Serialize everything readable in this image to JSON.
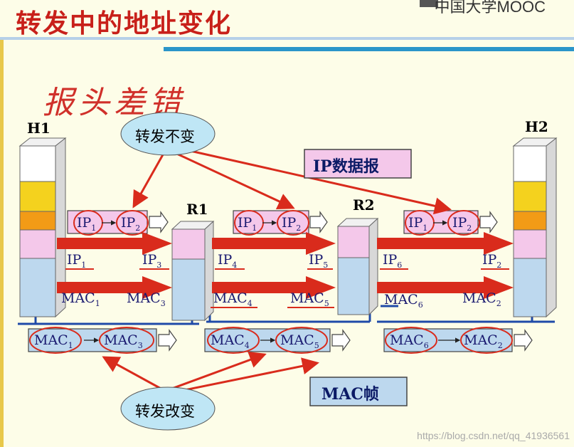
{
  "title": "转发中的地址变化",
  "brand": "中国大学MOOC",
  "handwriting": "报头差错",
  "hosts": {
    "h1": "H1",
    "h2": "H2"
  },
  "routers": {
    "r1": "R1",
    "r2": "R2"
  },
  "callouts": {
    "unchanged": "转发不变",
    "changed": "转发改变",
    "ip_datagram": "IP数据报",
    "mac_frame": "MAC帧"
  },
  "labels": {
    "ip1": "IP",
    "ip1_sub": "1",
    "ip2": "IP",
    "ip2_sub": "2",
    "ip3": "IP",
    "ip3_sub": "3",
    "ip4": "IP",
    "ip4_sub": "4",
    "ip5": "IP",
    "ip5_sub": "5",
    "ip6": "IP",
    "ip6_sub": "6",
    "mac": "MAC",
    "mac1_sub": "1",
    "mac2_sub": "2",
    "mac3_sub": "3",
    "mac4_sub": "4",
    "mac5_sub": "5",
    "mac6_sub": "6"
  },
  "watermark": "https://blog.csdn.net/qq_41936561",
  "colors": {
    "arrow": "#d92b1c",
    "ellipse_fill": "#bfe6f5",
    "pink": "#f4c8ea",
    "blue": "#bdd8ee",
    "yellow": "#f4d21e",
    "orange": "#f29b16"
  }
}
